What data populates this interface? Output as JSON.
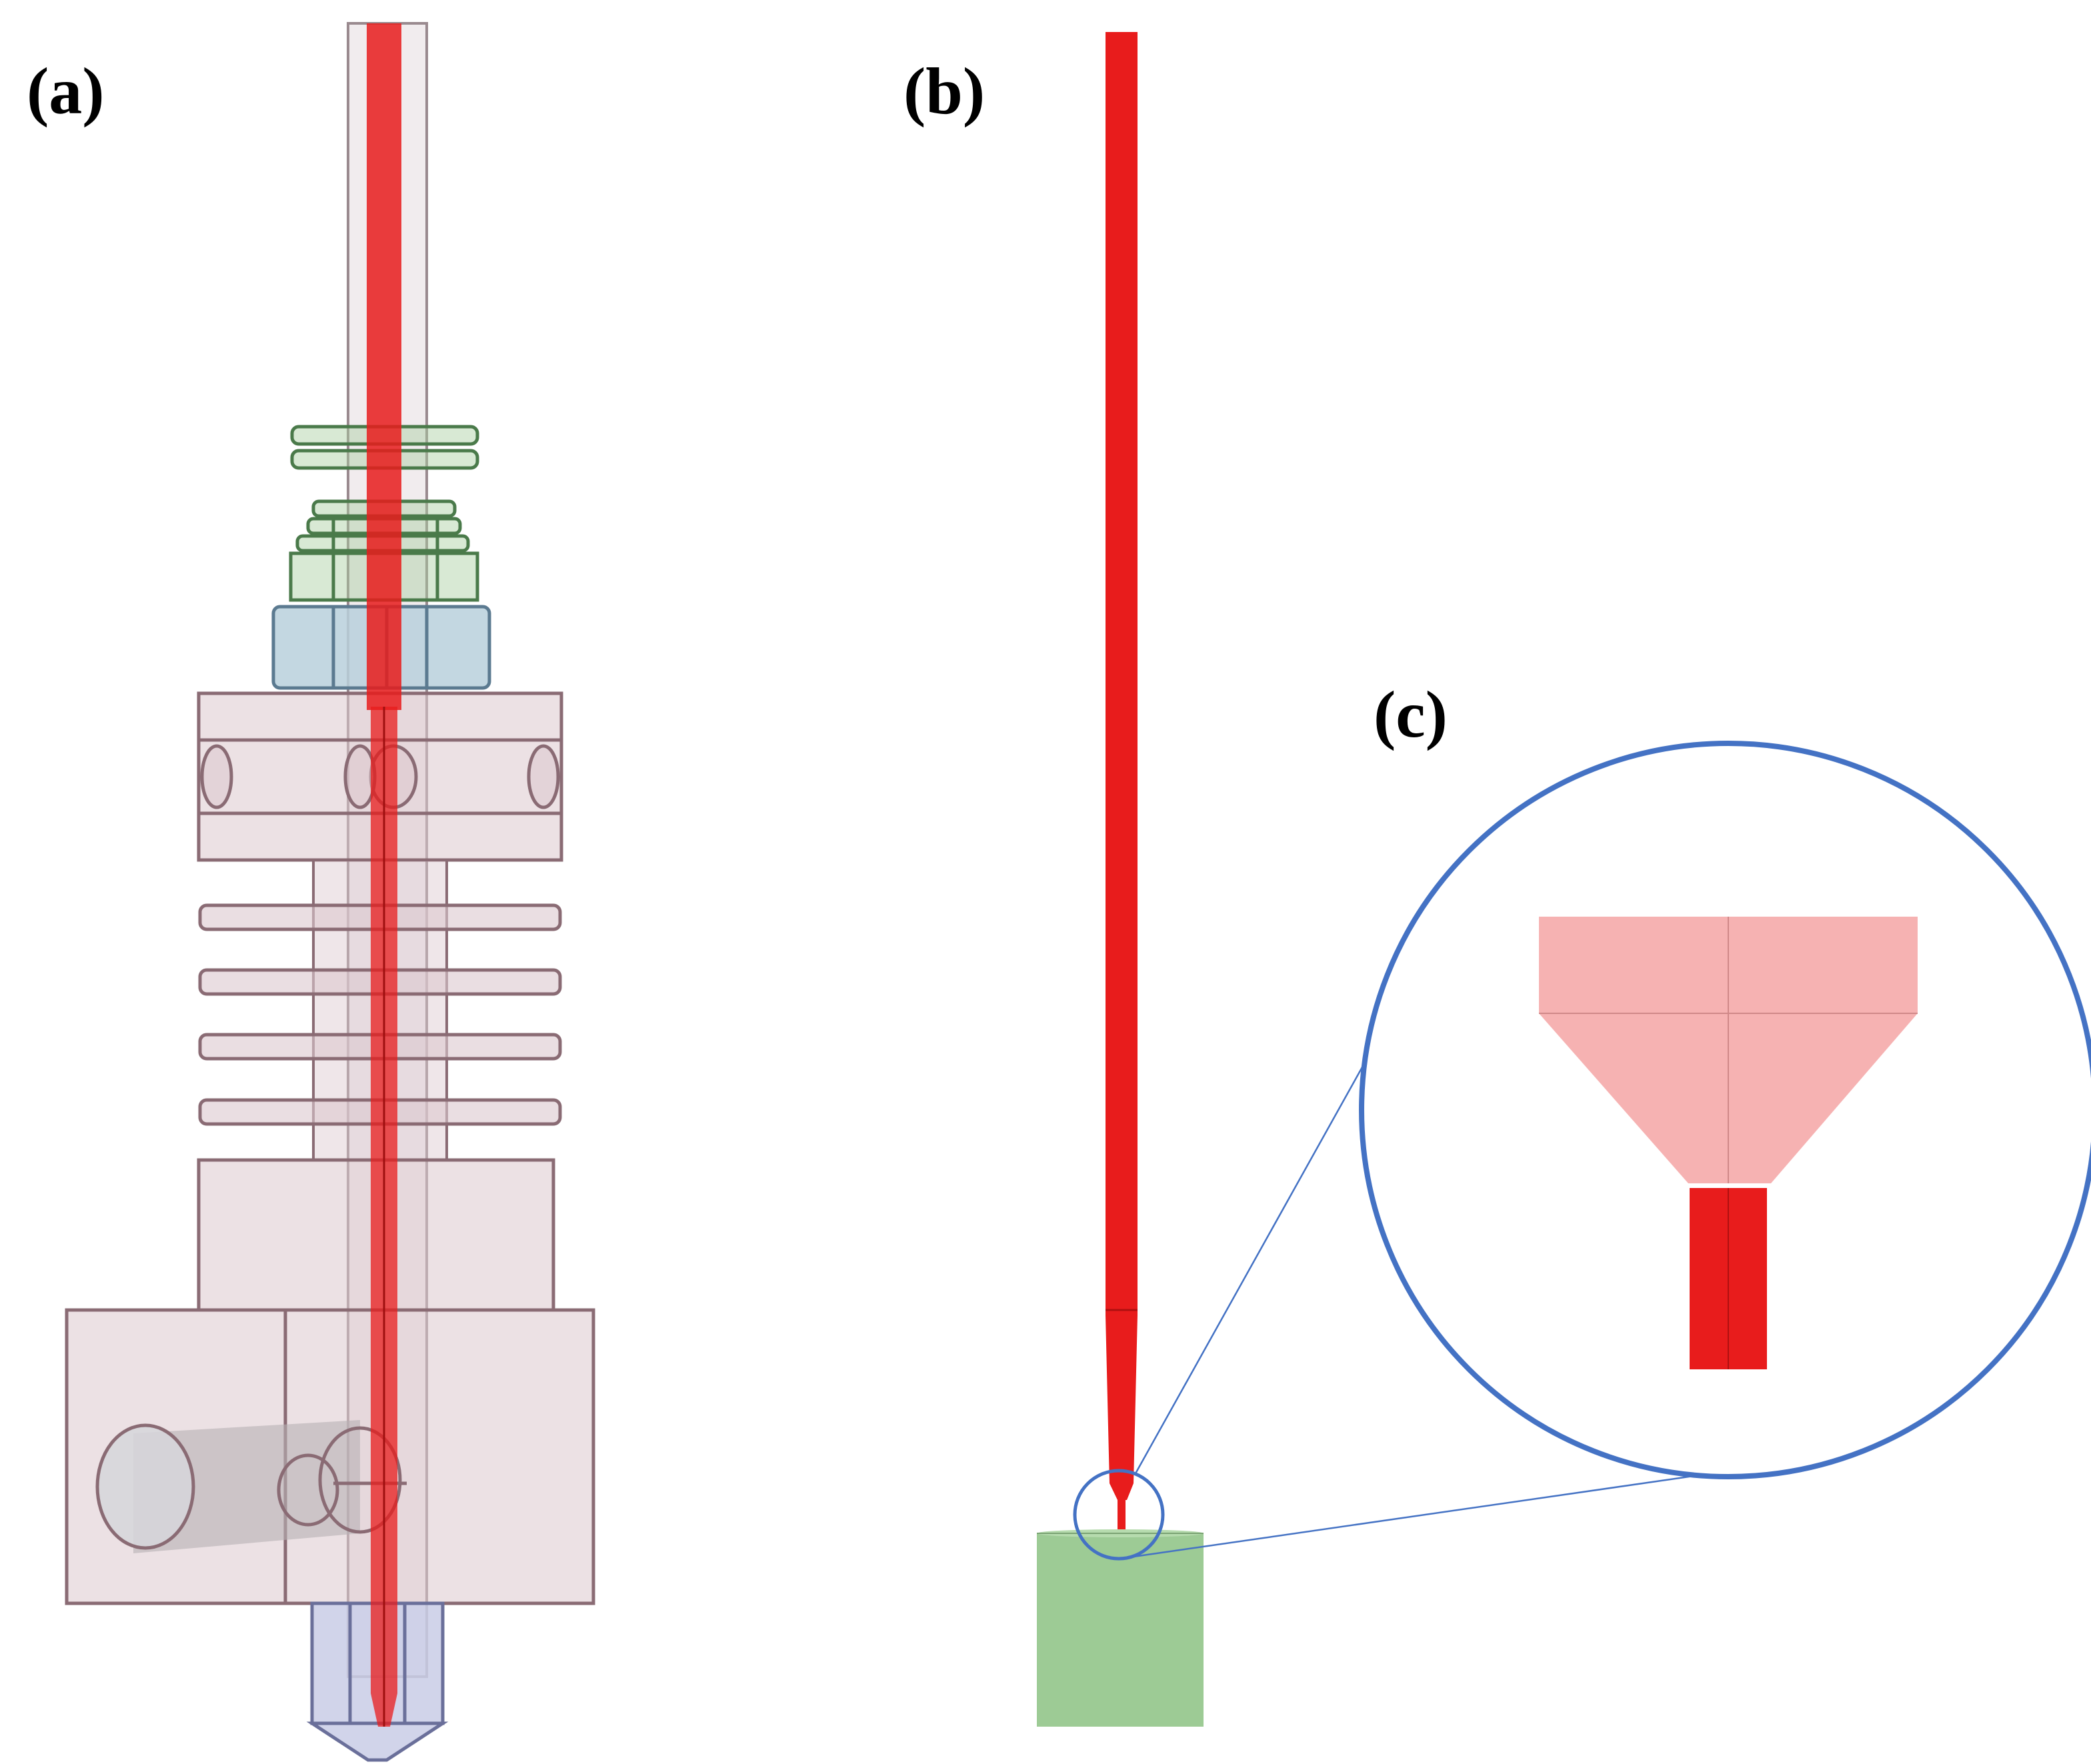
{
  "labels": {
    "a": "(a)",
    "b": "(b)",
    "c": "(c)"
  },
  "colors": {
    "filament": "#e81c1c",
    "filament_light": "#f6b2b2",
    "transparent_body": "#dcc8ce",
    "body_stroke": "#8a6b74",
    "green_part": "#a8cfa0",
    "green_stroke": "#4a7a4a",
    "blue_nut": "#b9d0dc",
    "blue_stroke": "#5b7a90",
    "nozzle": "#c9cde6",
    "zoom_circle": "#4472c4",
    "build_plate": "#9dcb95"
  }
}
